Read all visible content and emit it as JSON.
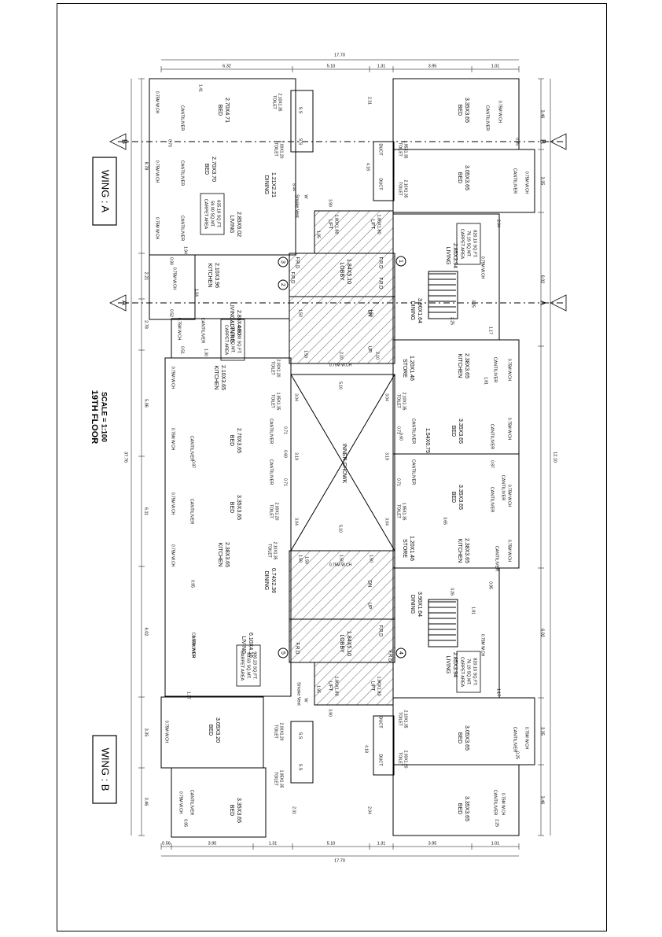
{
  "sheet": {
    "floor_title": "19TH FLOOR",
    "scale": "SCALE = 1:100",
    "wing_a": "WING : A",
    "wing_b": "WING : B",
    "section_b": "B",
    "section_a": "A"
  },
  "dims": {
    "top_total": "17.70",
    "top_segments": [
      "6.32",
      "5.10",
      "1.31",
      "3.95",
      "1.01"
    ],
    "bottom_total": "17.70",
    "bottom_segments": [
      "0.56",
      "3.95",
      "1.31",
      "5.10",
      "1.31",
      "3.95",
      "1.01"
    ],
    "left_total": "37.76",
    "left_segments": [
      "8.78",
      "2.21",
      "2.78",
      "5.06",
      "6.11",
      "6.02",
      "3.35",
      "3.46"
    ],
    "right_total": "12.10",
    "right_segments": [
      "3.46",
      "3.35",
      "6.02",
      "6.02",
      "3.35",
      "3.46"
    ],
    "inner": [
      "1.41",
      "0.70",
      "1.94",
      "0.90",
      "1.04",
      "0.52",
      "0.51",
      "1.30",
      "0.87",
      "0.95",
      "1.37",
      "0.95",
      "3.90",
      "3.90",
      "8.44",
      "2.31",
      "2.31",
      "4.18",
      "4.18",
      "2.04",
      "2.04",
      "1.17",
      "1.17",
      "0.95",
      "0.35",
      "0.25",
      "2.25",
      "2.25",
      "3.26",
      "3.25",
      "1.81",
      "1.81",
      "0.87",
      "0.71",
      "0.71",
      "0.71",
      "0.71",
      "0.60",
      "0.60",
      "3.19",
      "3.19",
      "3.04",
      "3.04",
      "3.04",
      "3.04",
      "5.10",
      "5.10",
      "3.65",
      "1.95",
      "1.95",
      "1.50",
      "1.50",
      "1.50",
      "1.50",
      "1.50",
      "2.10",
      "2.10",
      "1.50",
      "1.50"
    ]
  },
  "rooms": [
    {
      "name": "BED",
      "size": "2.70X4.71"
    },
    {
      "name": "BED",
      "size": "2.70X3.70"
    },
    {
      "name": "LIVING",
      "size": "2.85X6.02"
    },
    {
      "name": "KITCHEN",
      "size": "2.10X3.96"
    },
    {
      "name": "LIVING&DINING",
      "size": "2.85X4.60"
    },
    {
      "name": "KITCHEN",
      "size": "2.10X3.65"
    },
    {
      "name": "BED",
      "size": "2.70X3.65"
    },
    {
      "name": "BED",
      "size": "3.35X3.65"
    },
    {
      "name": "KITCHEN",
      "size": "2.38X3.65"
    },
    {
      "name": "LIVING",
      "size": "6.10X4.16"
    },
    {
      "name": "BED",
      "size": "3.05X3.20"
    },
    {
      "name": "BED",
      "size": "3.35X3.65"
    },
    {
      "name": "BED",
      "size": "3.35X3.65"
    },
    {
      "name": "BED",
      "size": "3.05X3.65"
    },
    {
      "name": "LIVING",
      "size": "2.85X3.94"
    },
    {
      "name": "DINING",
      "size": "3.90X1.64"
    },
    {
      "name": "KITCHEN",
      "size": "2.38X3.65"
    },
    {
      "name": "BED",
      "size": "3.35X3.65"
    },
    {
      "name": "BED",
      "size": "3.35X3.65"
    },
    {
      "name": "KITCHEN",
      "size": "2.38X3.65"
    },
    {
      "name": "DINING",
      "size": "3.90X1.64"
    },
    {
      "name": "LIVING",
      "size": "2.85X3.94"
    },
    {
      "name": "BED",
      "size": "3.05X3.65"
    },
    {
      "name": "BED",
      "size": "3.35X3.65"
    },
    {
      "name": "LOBBY",
      "size": "1.84X5.10"
    },
    {
      "name": "LOBBY",
      "size": "1.84X5.10"
    },
    {
      "name": "DINING",
      "size": "1.21X2.21"
    },
    {
      "name": "DINING",
      "size": "0.74X2.36"
    },
    {
      "name": "STORE",
      "size": "1.20X1.46"
    },
    {
      "name": "STORE",
      "size": "1.20X1.46"
    },
    {
      "name": "",
      "size": "1.54X0.75"
    }
  ],
  "areas": [
    {
      "line1": "CARPET AREA",
      "line2": "59.00 SQ.MT.",
      "line3": "635.18 SQ.FT."
    },
    {
      "line1": "CARPET AREA",
      "line2": "37.70 SQ.MT.",
      "line3": "405.80 SQ.FT."
    },
    {
      "line1": "CARPET AREA",
      "line2": "83.63 SQ.MT.",
      "line3": "900.23 SQ.FT."
    },
    {
      "line1": "CARPET AREA",
      "line2": "76.19 SQ.MT.",
      "line3": "820.10 SQ.FT."
    },
    {
      "line1": "CARPET AREA",
      "line2": "76.19 SQ.MT.",
      "line3": "820.10 SQ.FT."
    }
  ],
  "labels": {
    "cantilever": "CANTILIVER",
    "wch": "0.75M W.CH",
    "toilet": "TOILET",
    "toilet_size_a": "2.10X1.35",
    "toilet_size_b": "2.00X1.20",
    "toilet_size_c": "1.95X1.35",
    "ss": "S.S",
    "duct": "DUCT",
    "lift": "LIFT",
    "lift_size": "1.80X1.80",
    "lift_size_b": "1.80X1.80",
    "inner_chowk": "INNER CHOWK",
    "frd": "F.R.D",
    "up": "UP",
    "dn": "DN",
    "smoke_vent": "Smoke Vent",
    "w": "W",
    "flat_nos": [
      "1",
      "2",
      "3",
      "4",
      "5"
    ]
  },
  "colors": {
    "line": "#000000",
    "paper": "#ffffff"
  }
}
